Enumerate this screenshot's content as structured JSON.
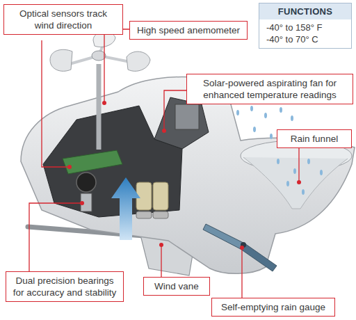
{
  "diagram": {
    "nodes": [
      {
        "text": [
          "Optical sensors track wind direction"
        ]
      },
      {
        "text": [
          "High speed anemometer"
        ]
      },
      {
        "text": [
          "FUNCTIONS",
          "-40° to 158° F",
          "-40° to 70° C"
        ]
      },
      {
        "text": [
          "Solar-powered aspirating fan for enhanced temperature readings"
        ]
      },
      {
        "text": [
          "Rain funnel"
        ]
      },
      {
        "text": [
          "Dual precision bearings for accuracy and stability"
        ]
      },
      {
        "text": [
          "Wind vane"
        ]
      },
      {
        "text": [
          "Self-emptying rain gauge"
        ]
      }
    ]
  }
}
